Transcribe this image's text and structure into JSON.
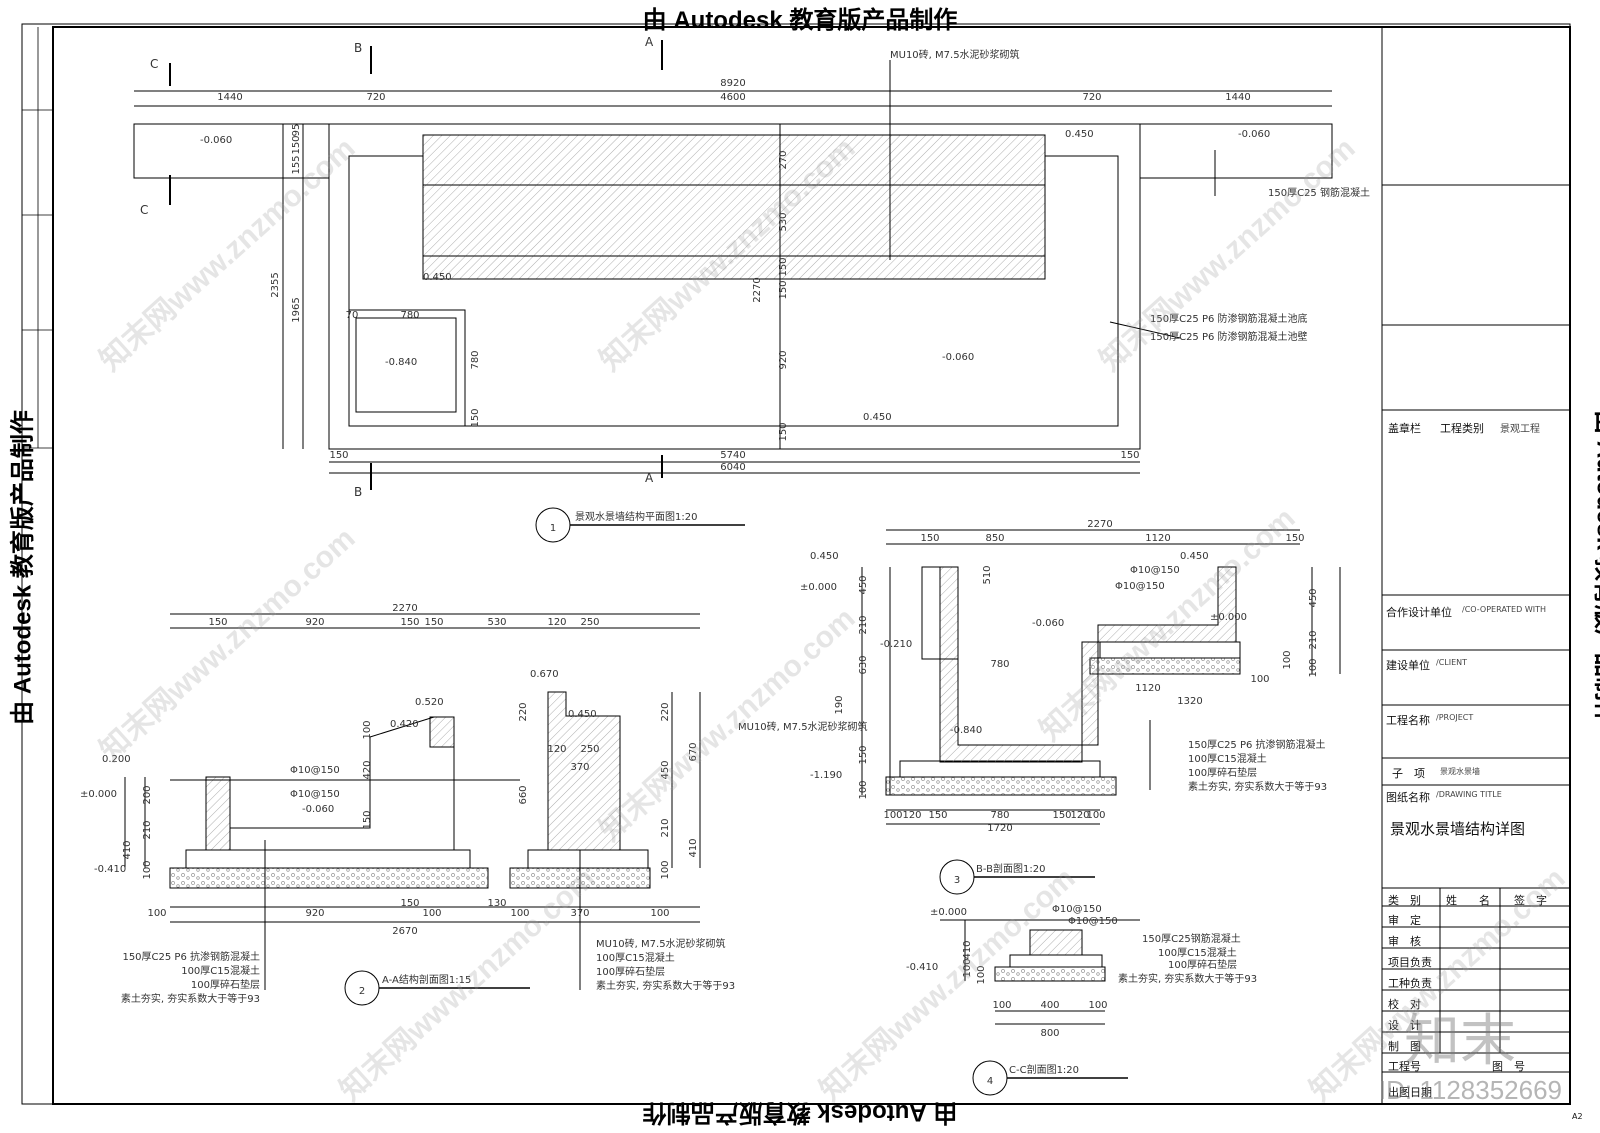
{
  "banner": "由 Autodesk 教育版产品制作",
  "title_block": {
    "seal": "盖章栏",
    "project_type_label": "工程类别",
    "project_type_value": "景观工程",
    "cooperating_label": "合作设计单位",
    "cooperating_en": "/CO-OPERATED WITH",
    "client_label": "建设单位",
    "client_en": "/CLIENT",
    "project_label": "工程名称",
    "project_en": "/PROJECT",
    "subitem_label": "子　项",
    "subitem_value": "景观水景墙",
    "drawing_label": "图纸名称",
    "drawing_en": "/DRAWING TITLE",
    "drawing_title": "景观水景墙结构详图",
    "table_headers": [
      "类　别",
      "姓　　名",
      "签　字"
    ],
    "roles": [
      "审　定",
      "审　核",
      "项目负责",
      "工种负责",
      "校　对",
      "设　计",
      "制　图"
    ],
    "project_no": "工程号",
    "drawing_no": "图　号",
    "date": "出图日期",
    "sheet_size": "A2"
  },
  "views": {
    "plan": {
      "title": "景观水景墙结构平面图1:20",
      "number": "1",
      "dims_top": [
        "1440",
        "720",
        "4600",
        "720",
        "1440"
      ],
      "dim_total": "8920",
      "dims_bottom": [
        "150",
        "5740",
        "150"
      ],
      "dim_bottom_total": "6040",
      "dims_vertical_left": [
        "2355",
        "1965",
        "155",
        "150",
        "95"
      ],
      "dims_vertical_mid": [
        "270",
        "530",
        "150",
        "2270",
        "150",
        "920",
        "150"
      ],
      "pit_dims": [
        "780",
        "780",
        "70",
        "150"
      ],
      "levels": [
        "-0.060",
        "0.450",
        "-0.060",
        "0.450",
        "-0.840",
        "-0.060",
        "0.450"
      ],
      "notes": [
        "MU10砖, M7.5水泥砂浆砌筑",
        "150厚C25 钢筋混凝土",
        "150厚C25 P6 防渗钢筋混凝土池底",
        "150厚C25 P6 防渗钢筋混凝土池壁"
      ],
      "section_marks": [
        "A",
        "B",
        "C",
        "A",
        "B",
        "C"
      ]
    },
    "section_aa": {
      "title": "A-A结构剖面图1:15",
      "number": "2",
      "dims_top": [
        "150",
        "920",
        "150",
        "150",
        "530",
        "120",
        "250"
      ],
      "dim_top_total": "2270",
      "dims_bottom": [
        "100",
        "920",
        "150",
        "100",
        "130",
        "100",
        "370",
        "100"
      ],
      "dim_bottom_total": "2670",
      "dims_vertical_left": [
        "200",
        "210",
        "410",
        "100"
      ],
      "dims_vertical_right": [
        "220",
        "450",
        "670",
        "210",
        "410",
        "100"
      ],
      "wall_dims": [
        "100",
        "420",
        "150",
        "220",
        "660",
        "120",
        "250",
        "370"
      ],
      "levels": [
        "0.200",
        "±0.000",
        "-0.410",
        "0.420",
        "0.520",
        "-0.060",
        "0.670",
        "0.450"
      ],
      "rebar": [
        "Φ10@150",
        "Φ10@150"
      ],
      "notes_left": [
        "150厚C25 P6 抗渗钢筋混凝土",
        "100厚C15混凝土",
        "100厚碎石垫层",
        "素土夯实, 夯实系数大于等于93"
      ],
      "notes_right": [
        "MU10砖, M7.5水泥砂浆砌筑",
        "100厚C15混凝土",
        "100厚碎石垫层",
        "素土夯实, 夯实系数大于等于93"
      ]
    },
    "section_bb": {
      "title": "B-B剖面图1:20",
      "number": "3",
      "dims_top": [
        "150",
        "850",
        "1120",
        "150"
      ],
      "dim_top_total": "2270",
      "dims_bottom": [
        "100",
        "120",
        "150",
        "780",
        "150",
        "120",
        "100"
      ],
      "dim_bottom_total": "1720",
      "dims_vertical_left": [
        "450",
        "210",
        "630",
        "190",
        "150",
        "100"
      ],
      "dims_vertical_right": [
        "450",
        "210",
        "100",
        "100"
      ],
      "inner_dims": [
        "510",
        "780",
        "1120",
        "1320",
        "100"
      ],
      "levels": [
        "0.450",
        "±0.000",
        "-0.210",
        "-0.840",
        "-1.190",
        "0.450",
        "-0.060",
        "±0.000"
      ],
      "rebar": [
        "Φ10@150",
        "Φ10@150"
      ],
      "notes": [
        "MU10砖, M7.5水泥砂浆砌筑",
        "150厚C25 P6 抗渗钢筋混凝土",
        "100厚C15混凝土",
        "100厚碎石垫层",
        "素土夯实, 夯实系数大于等于93"
      ]
    },
    "section_cc": {
      "title": "C-C剖面图1:20",
      "number": "4",
      "dims_bottom": [
        "100",
        "400",
        "100"
      ],
      "dim_bottom_total": "800",
      "dims_vertical": [
        "410",
        "100",
        "100"
      ],
      "levels": [
        "±0.000",
        "-0.410"
      ],
      "rebar": [
        "Φ10@150",
        "Φ10@150"
      ],
      "notes": [
        "150厚C25钢筋混凝土",
        "100厚C15混凝土",
        "100厚碎石垫层",
        "素土夯实, 夯实系数大于等于93"
      ]
    }
  },
  "watermark": "知末网www.znzmo.com",
  "logo": "知末",
  "id_tag": "ID: 1128352669"
}
